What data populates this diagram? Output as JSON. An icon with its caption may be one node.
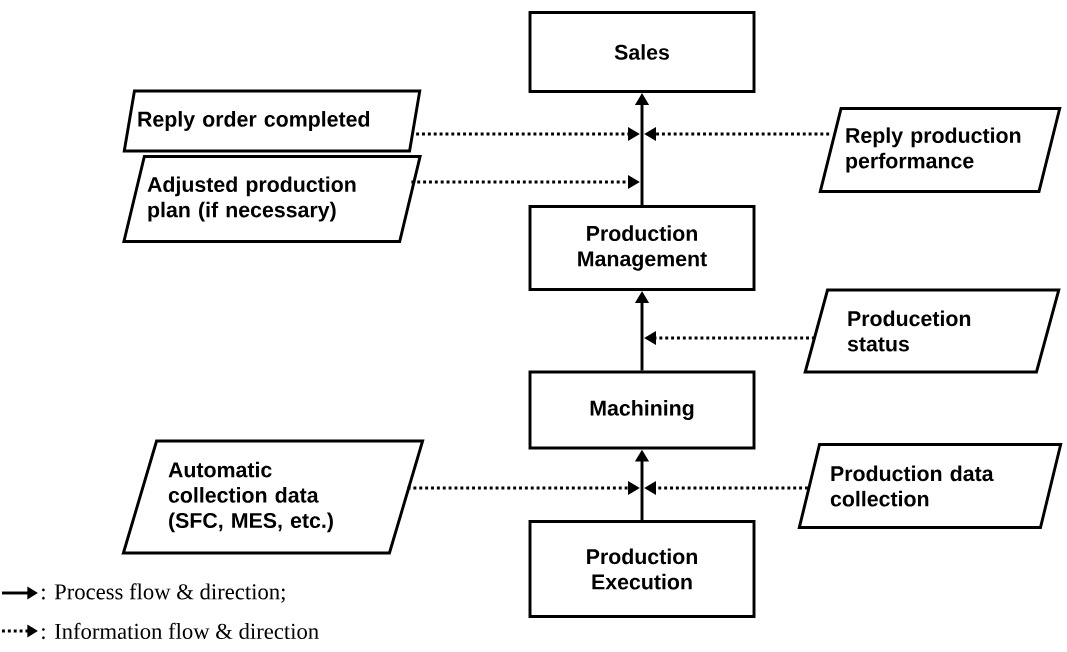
{
  "diagram": {
    "nodes": [
      {
        "text": [
          "Sales"
        ]
      },
      {
        "text": [
          "Reply order completed"
        ]
      },
      {
        "text": [
          "Reply production performance"
        ]
      },
      {
        "text": [
          "Adjusted production plan (if necessary)"
        ]
      },
      {
        "text": [
          "Production Management"
        ]
      },
      {
        "text": [
          "Producetion status"
        ]
      },
      {
        "text": [
          "Machining"
        ]
      },
      {
        "text": [
          "Automatic collection data (SFC, MES, etc.)"
        ]
      },
      {
        "text": [
          "Production data collection"
        ]
      },
      {
        "text": [
          "Production Execution"
        ]
      }
    ],
    "edges": [
      {
        "from": 4,
        "to": 0,
        "arrow": "to"
      },
      {
        "from": 6,
        "to": 4,
        "arrow": "to"
      },
      {
        "from": 9,
        "to": 6,
        "arrow": "to"
      },
      {
        "from": 1,
        "to": null,
        "arrow": "to",
        "style": "dashed"
      },
      {
        "from": 2,
        "to": null,
        "arrow": "to",
        "style": "dashed"
      },
      {
        "from": 3,
        "to": null,
        "arrow": "to",
        "style": "dashed"
      },
      {
        "from": 5,
        "to": null,
        "arrow": "to",
        "style": "dashed"
      },
      {
        "from": 7,
        "to": null,
        "arrow": "to",
        "style": "dashed"
      },
      {
        "from": 8,
        "to": null,
        "arrow": "to",
        "style": "dashed"
      }
    ],
    "legend": [
      {
        "text": ": Process flow & direction;"
      },
      {
        "text": ": Information flow & direction"
      }
    ]
  }
}
